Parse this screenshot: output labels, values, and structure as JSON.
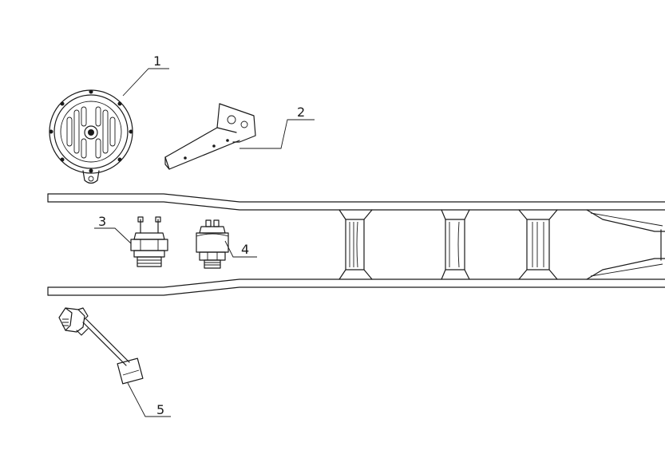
{
  "callouts": {
    "horn": "1",
    "bracket": "2",
    "pressure_switch": "3",
    "sensor": "4",
    "harness_connector": "5"
  },
  "parts": [
    "horn",
    "horn-bracket",
    "pressure-switch",
    "pressure-sensor",
    "harness-connector"
  ],
  "frame": "chassis-frame-rail"
}
